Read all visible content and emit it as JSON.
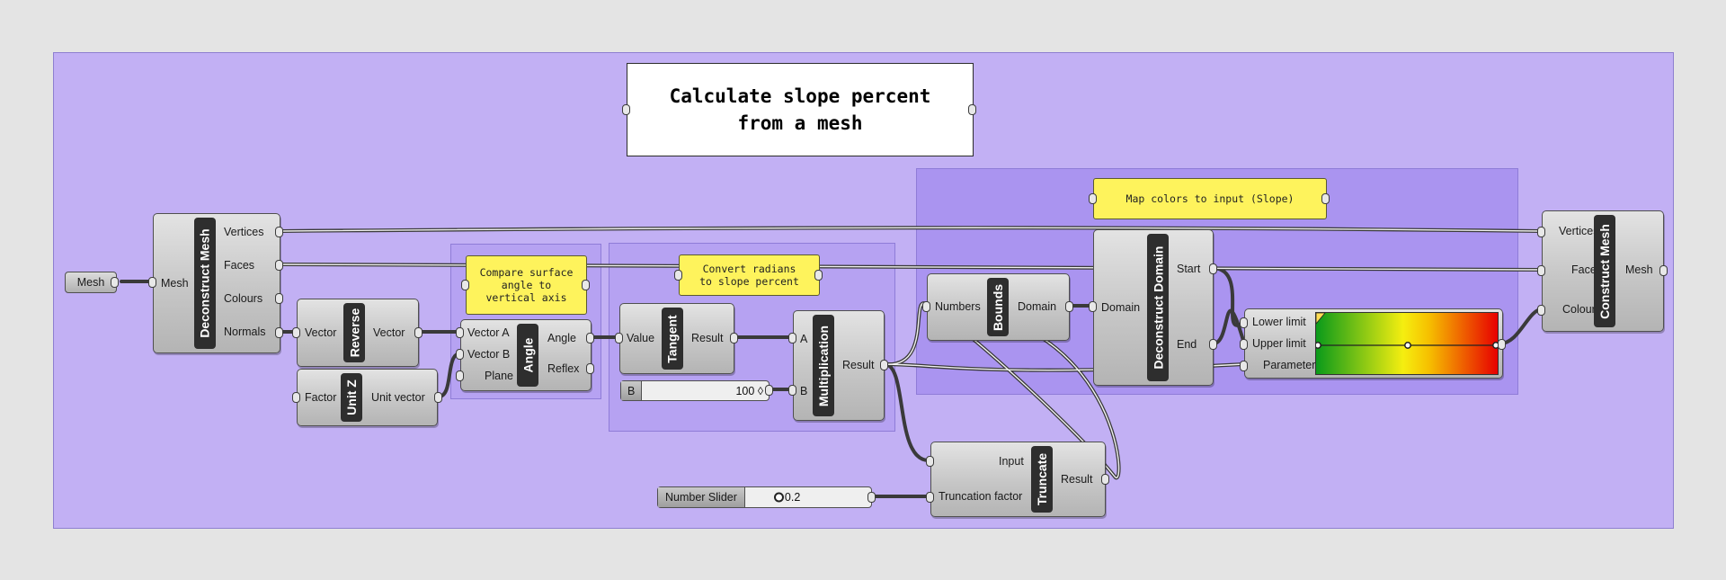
{
  "scribble": {
    "line1": "Calculate slope percent",
    "line2": "from a mesh"
  },
  "notes": {
    "compare": "Compare surface\nangle to\nvertical axis",
    "convert": "Convert radians\nto slope percent",
    "map": "Map colors to input (Slope)"
  },
  "components": {
    "mesh_param": {
      "label": "Mesh"
    },
    "deconstruct_mesh": {
      "title": "Deconstruct Mesh",
      "input": "Mesh",
      "outputs": [
        "Vertices",
        "Faces",
        "Colours",
        "Normals"
      ]
    },
    "reverse": {
      "title": "Reverse",
      "input": "Vector",
      "output": "Vector"
    },
    "unit_z": {
      "title": "Unit Z",
      "input": "Factor",
      "output": "Unit vector"
    },
    "angle": {
      "title": "Angle",
      "inputs": [
        "Vector A",
        "Vector B",
        "Plane"
      ],
      "outputs": [
        "Angle",
        "Reflex"
      ]
    },
    "tangent": {
      "title": "Tangent",
      "input": "Value",
      "output": "Result"
    },
    "multiplication": {
      "title": "Multiplication",
      "inputs": [
        "A",
        "B"
      ],
      "output": "Result"
    },
    "bounds": {
      "title": "Bounds",
      "input": "Numbers",
      "output": "Domain"
    },
    "deconstruct_domain": {
      "title": "Deconstruct Domain",
      "input": "Domain",
      "outputs": [
        "Start",
        "End"
      ]
    },
    "gradient": {
      "inputs": [
        "Lower limit",
        "Upper limit",
        "Parameter"
      ]
    },
    "construct_mesh": {
      "title": "Construct Mesh",
      "inputs": [
        "Vertices",
        "Faces",
        "Colours"
      ],
      "output": "Mesh"
    },
    "truncate": {
      "title": "Truncate",
      "inputs": [
        "Input",
        "Truncation factor"
      ],
      "output": "Result"
    }
  },
  "sliders": {
    "b_slider": {
      "label": "B",
      "value": "100 ◊"
    },
    "number_slider": {
      "label": "Number Slider",
      "value": "0.2"
    }
  },
  "colors": {
    "canvas": "#e4e4e4",
    "group": "#c2b0f4",
    "note": "#fef35c"
  }
}
